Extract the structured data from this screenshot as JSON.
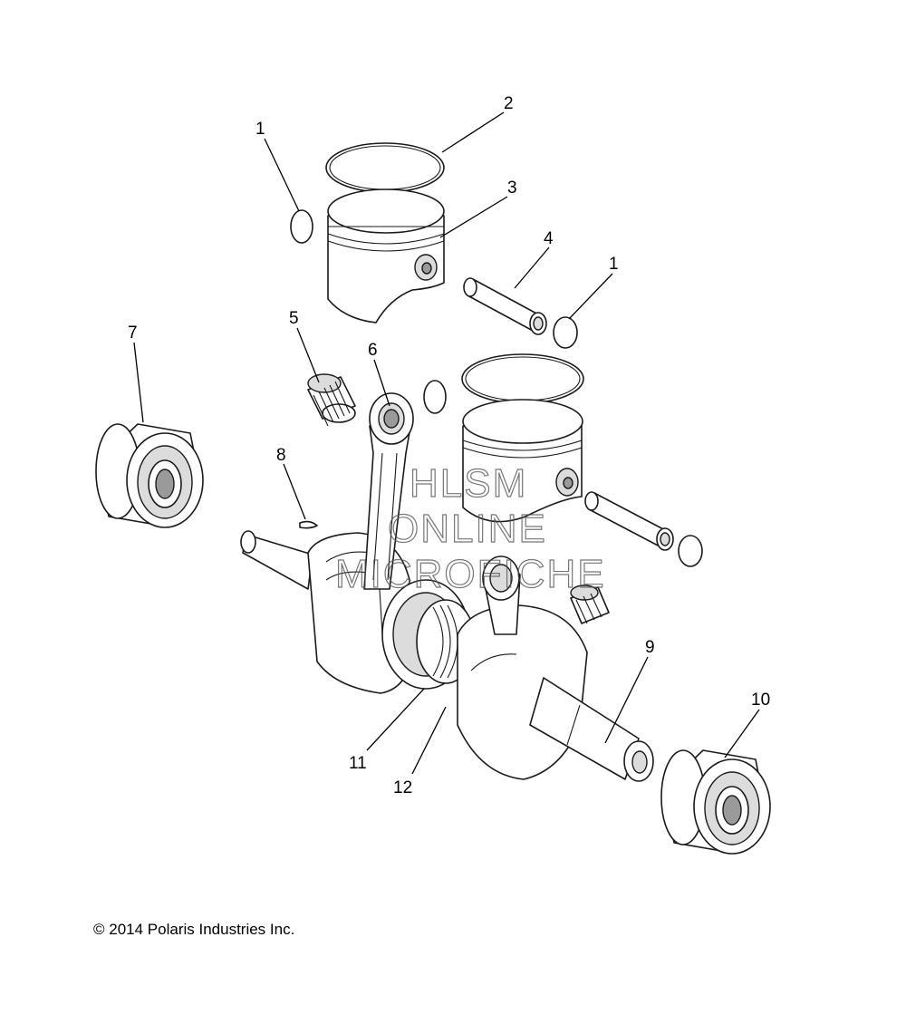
{
  "callouts": [
    {
      "id": "c1a",
      "label": "1"
    },
    {
      "id": "c2",
      "label": "2"
    },
    {
      "id": "c3",
      "label": "3"
    },
    {
      "id": "c4",
      "label": "4"
    },
    {
      "id": "c1b",
      "label": "1"
    },
    {
      "id": "c5",
      "label": "5"
    },
    {
      "id": "c6",
      "label": "6"
    },
    {
      "id": "c7",
      "label": "7"
    },
    {
      "id": "c8",
      "label": "8"
    },
    {
      "id": "c9",
      "label": "9"
    },
    {
      "id": "c10",
      "label": "10"
    },
    {
      "id": "c11",
      "label": "11"
    },
    {
      "id": "c12",
      "label": "12"
    }
  ],
  "watermark": {
    "line1": "HLSM",
    "line2": "ONLINE",
    "line3": "MICROFICHE"
  },
  "copyright": "© 2014 Polaris Industries Inc."
}
